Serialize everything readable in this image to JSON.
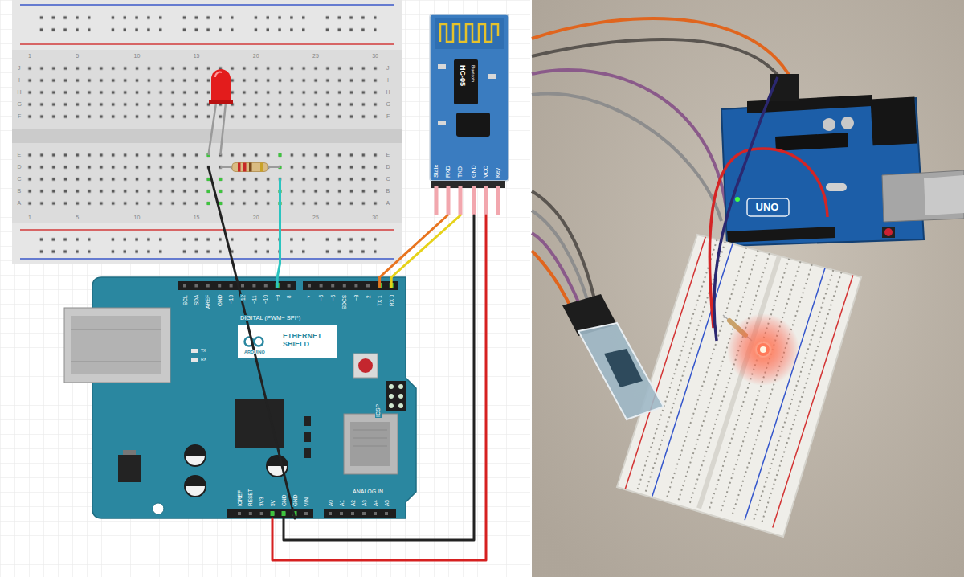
{
  "diagram": {
    "nodes": [
      {
        "text": [
          "1",
          "5",
          "10",
          "15",
          "20",
          "25",
          "30",
          "J",
          "J",
          "I",
          "I",
          "H",
          "H",
          "G",
          "G",
          "F",
          "F",
          "E",
          "E",
          "D",
          "D",
          "C",
          "C",
          "B",
          "B",
          "A",
          "A",
          "1",
          "5",
          "10",
          "15",
          "20",
          "25",
          "30"
        ]
      },
      {
        "text": [
          "HC-05",
          "Bluetooth",
          "State",
          "RXD",
          "TXD",
          "GND",
          "VCC",
          "Key"
        ]
      },
      {
        "text": [
          "SCL",
          "SDA",
          "AREF",
          "GND",
          "~13",
          "12",
          "~11",
          "~10",
          "~9",
          "8",
          "7",
          "~6",
          "~5",
          "SDCS",
          "~3",
          "2",
          "TX 1",
          "RX 0",
          "DIGITAL (PWM~ SPI*)",
          "TX",
          "RX",
          "ICSP",
          "ANALOG IN",
          "IOREF",
          "RESET",
          "3V3",
          "5V",
          "GND",
          "GND",
          "VIN",
          "A0",
          "A1",
          "A2",
          "A3",
          "A4",
          "A5"
        ]
      },
      {
        "text": [
          "ARDUINO",
          "ETHERNET SHIELD"
        ],
        "in": 2
      }
    ],
    "edges": [
      {
        "from": 0,
        "to": 2,
        "arrow": "none"
      },
      {
        "from": 0,
        "to": 2,
        "arrow": "none"
      },
      {
        "from": 1,
        "to": 2,
        "arrow": "none"
      },
      {
        "from": 1,
        "to": 2,
        "arrow": "none"
      },
      {
        "from": 1,
        "to": 2,
        "arrow": "none"
      },
      {
        "from": 1,
        "to": 2,
        "arrow": "none"
      }
    ],
    "labels": [
      "UNO"
    ]
  }
}
